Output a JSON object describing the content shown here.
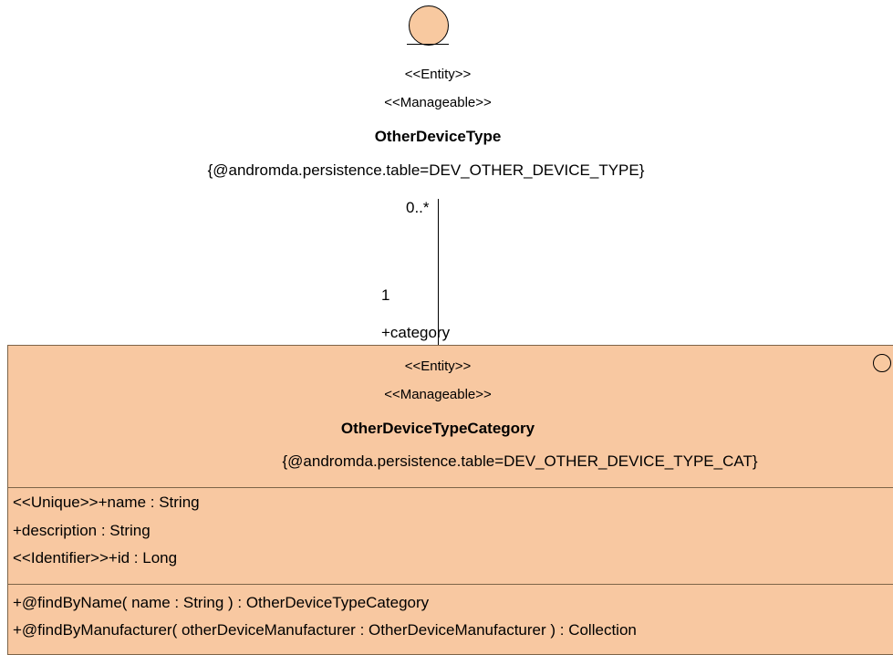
{
  "top_entity": {
    "stereotype_1": "<<Entity>>",
    "stereotype_2": "<<Manageable>>",
    "name": "OtherDeviceType",
    "tagged_value": "{@andromda.persistence.table=DEV_OTHER_DEVICE_TYPE}",
    "icon": "entity-circle-icon"
  },
  "association": {
    "top_multiplicity": "0..*",
    "bottom_multiplicity": "1",
    "role": "+category"
  },
  "class_box": {
    "stereotype_1": "<<Entity>>",
    "stereotype_2": "<<Manageable>>",
    "name": "OtherDeviceTypeCategory",
    "tagged_value": "{@andromda.persistence.table=DEV_OTHER_DEVICE_TYPE_CAT}",
    "icon": "entity-circle-icon",
    "fill_color": "#f8c8a1",
    "attributes": [
      "<<Unique>>+name : String",
      "+description : String",
      "<<Identifier>>+id : Long"
    ],
    "operations": [
      "+@findByName( name : String ) : OtherDeviceTypeCategory",
      "+@findByManufacturer( otherDeviceManufacturer : OtherDeviceManufacturer ) : Collection"
    ]
  }
}
